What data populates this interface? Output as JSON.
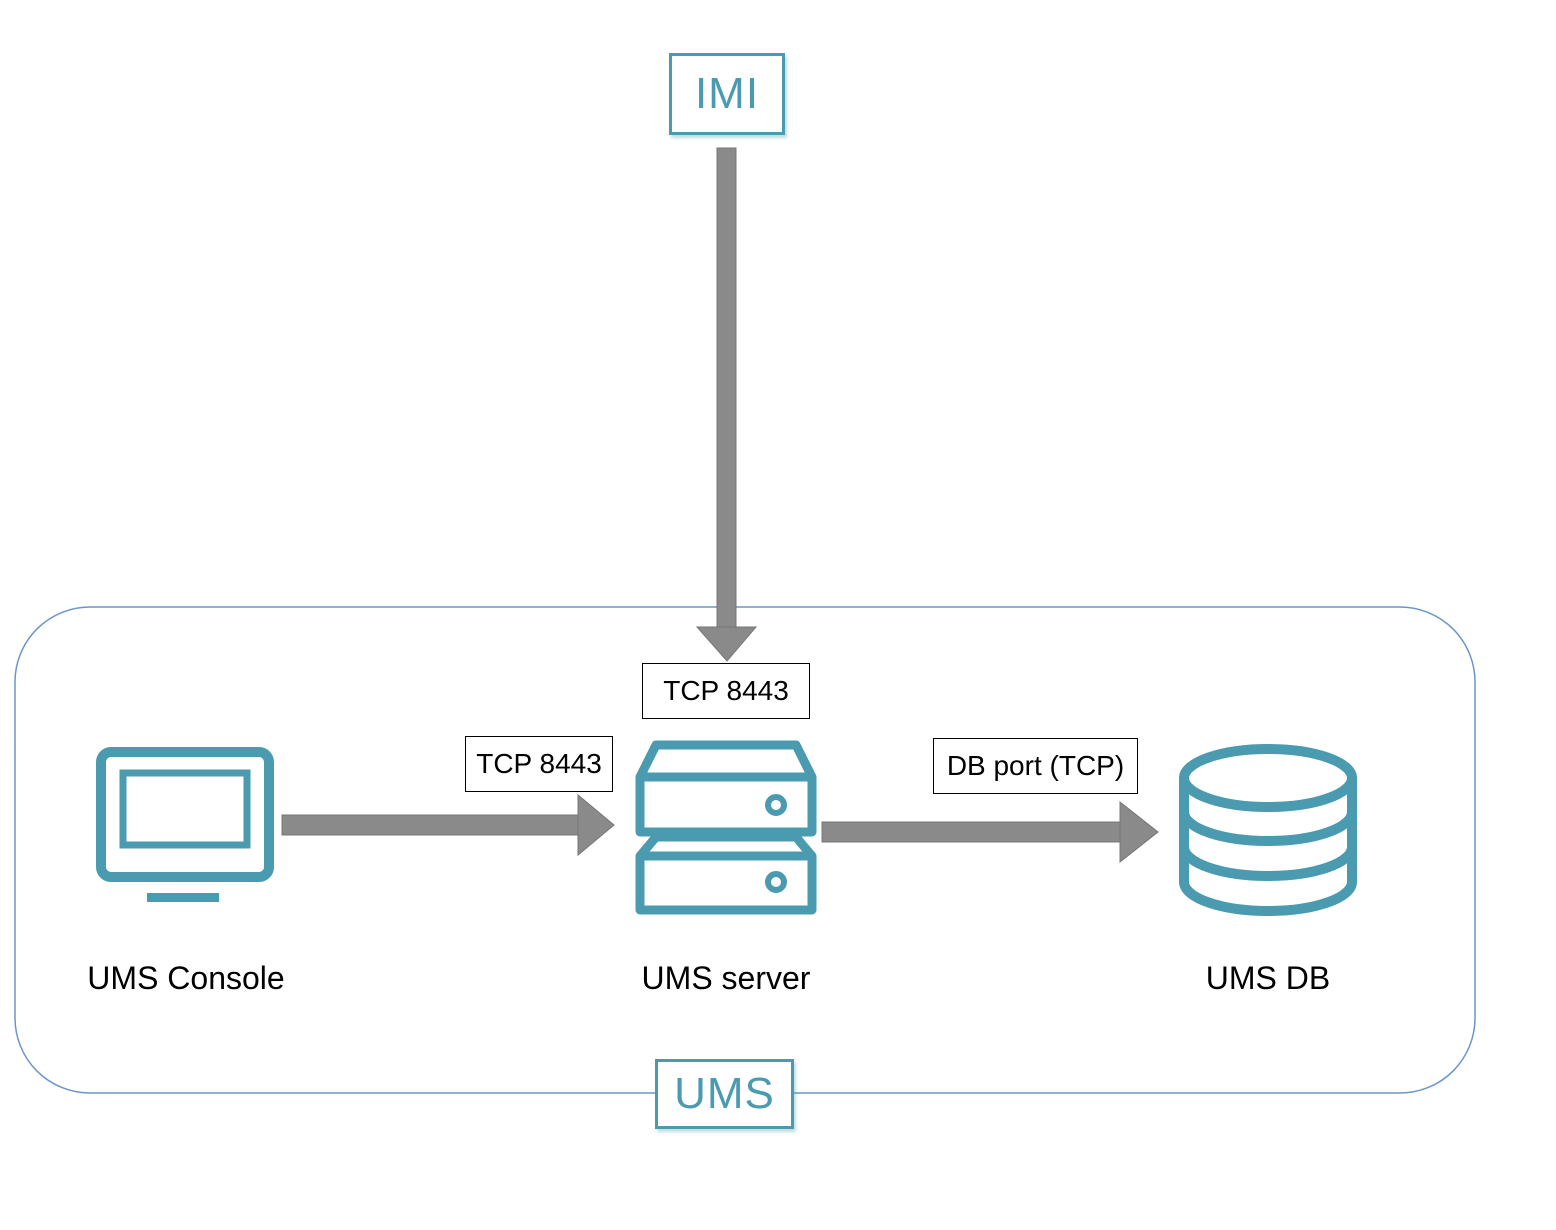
{
  "colors": {
    "teal": "#4a9bb0",
    "arrow": "#8a8a8a",
    "group_border": "#6b95c9"
  },
  "badges": {
    "imi": "IMI",
    "ums": "UMS"
  },
  "nodes": {
    "console": {
      "label": "UMS Console",
      "icon": "monitor-icon"
    },
    "server": {
      "label": "UMS server",
      "icon": "server-icon"
    },
    "db": {
      "label": "UMS DB",
      "icon": "database-icon"
    }
  },
  "ports": {
    "imi_to_server": "TCP 8443",
    "console_to_server": "TCP 8443",
    "server_to_db": "DB port (TCP)"
  }
}
